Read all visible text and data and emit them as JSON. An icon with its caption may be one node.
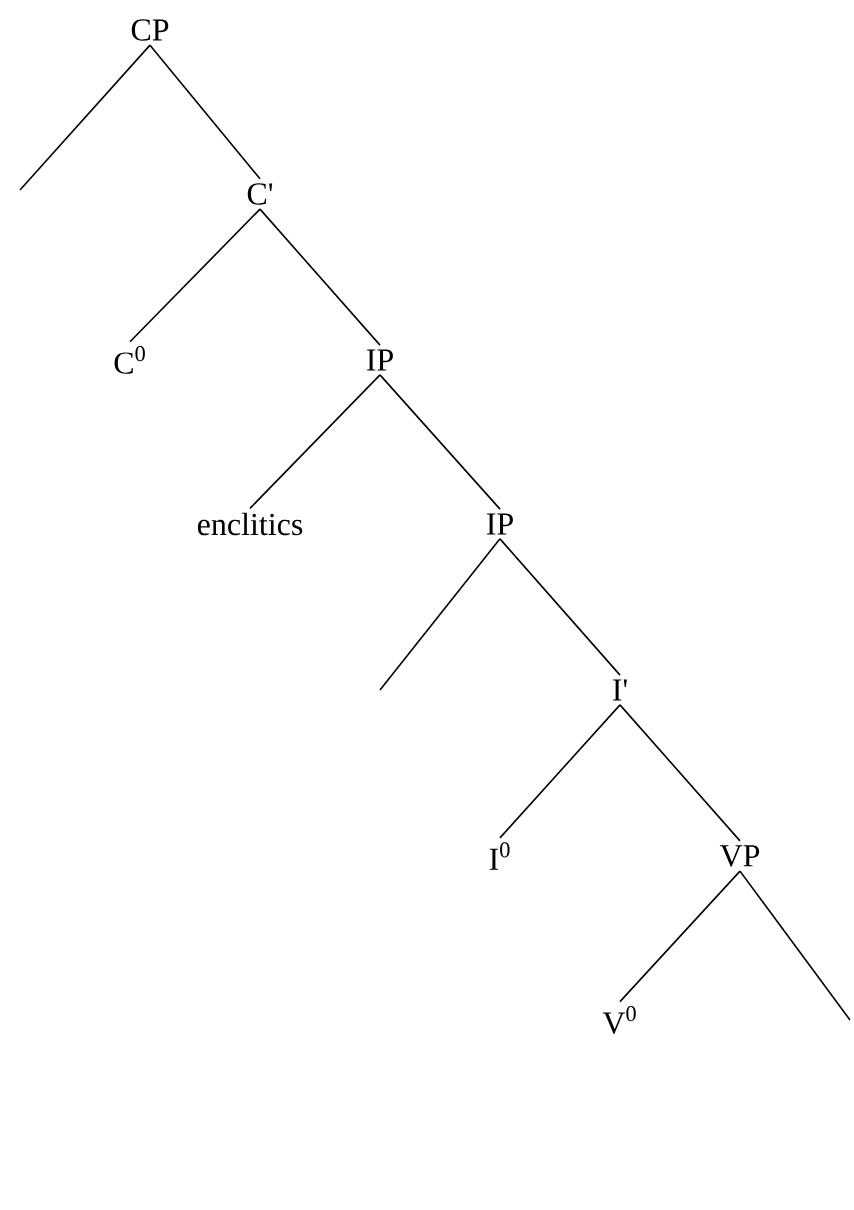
{
  "diagram": {
    "nodes": [
      {
        "text": [
          "CP"
        ]
      },
      {
        "text": [
          "C'"
        ]
      },
      {
        "text": [
          "C$^{0}$"
        ]
      },
      {
        "text": [
          "IP"
        ]
      },
      {
        "text": [
          "enclitics"
        ]
      },
      {
        "text": [
          "IP"
        ]
      },
      {
        "text": [
          "I'"
        ]
      },
      {
        "text": [
          "I$^{0}$"
        ]
      },
      {
        "text": [
          "VP"
        ]
      },
      {
        "text": [
          "V$^{0}$"
        ]
      }
    ],
    "edges": [
      {
        "from": 0,
        "to": null,
        "arrow": "none"
      },
      {
        "from": 0,
        "to": 1,
        "arrow": "none"
      },
      {
        "from": 1,
        "to": 2,
        "arrow": "none"
      },
      {
        "from": 1,
        "to": 3,
        "arrow": "none"
      },
      {
        "from": 3,
        "to": 4,
        "arrow": "none"
      },
      {
        "from": 3,
        "to": 5,
        "arrow": "none"
      },
      {
        "from": 5,
        "to": null,
        "arrow": "none"
      },
      {
        "from": 5,
        "to": 6,
        "arrow": "none"
      },
      {
        "from": 6,
        "to": 7,
        "arrow": "none"
      },
      {
        "from": 6,
        "to": 8,
        "arrow": "none"
      },
      {
        "from": 8,
        "to": 9,
        "arrow": "none"
      },
      {
        "from": 8,
        "to": null,
        "arrow": "none"
      }
    ]
  }
}
